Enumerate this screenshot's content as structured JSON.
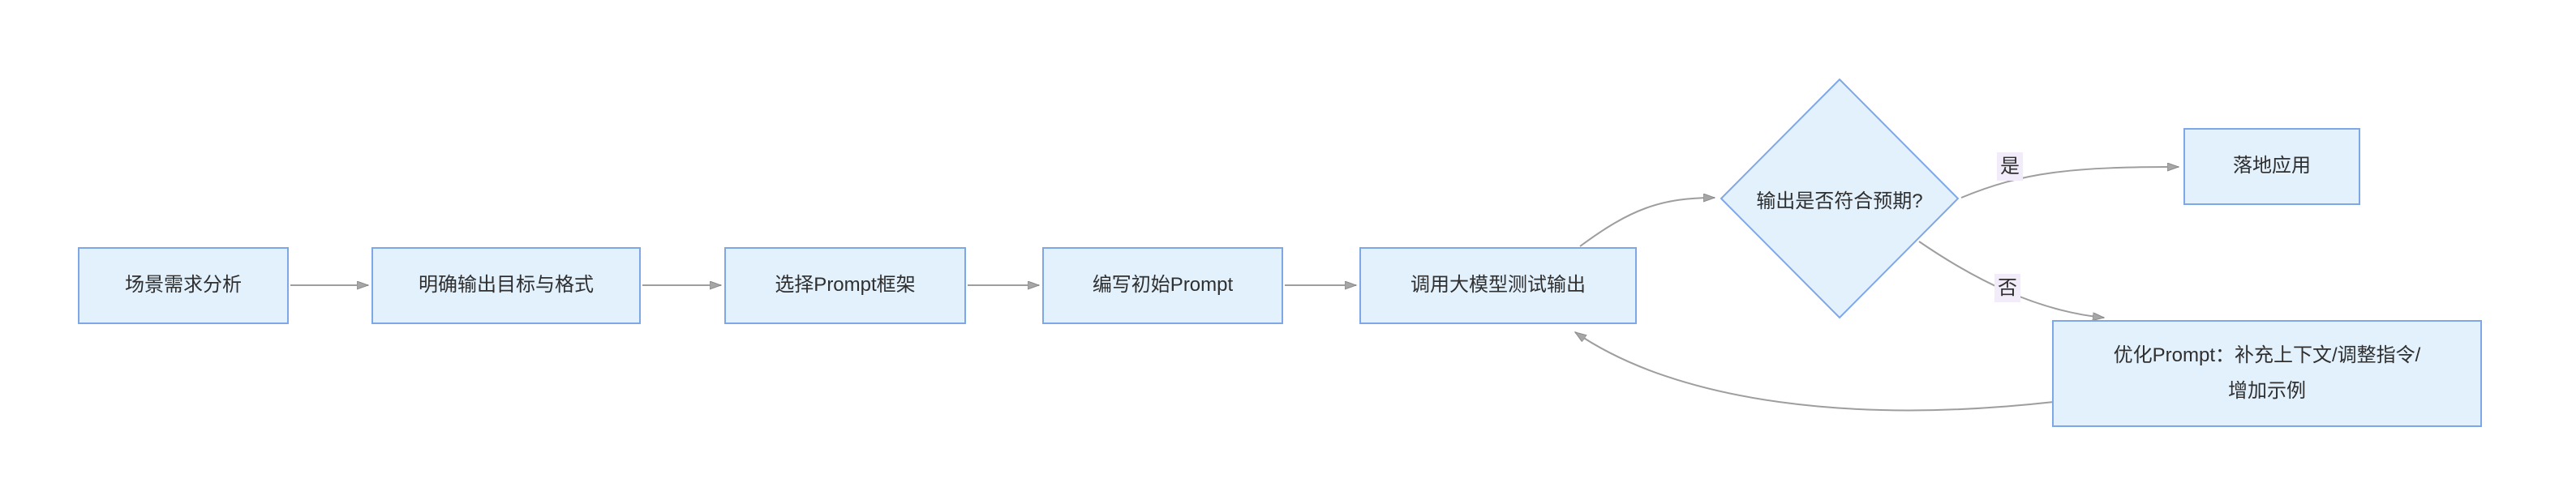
{
  "diagram": {
    "background_color": "#ffffff",
    "node_fill_color": "#e3f1fc",
    "node_border_color": "#7ea7e8",
    "node_text_color": "#2f2f2f",
    "edge_color": "#9e9e9e",
    "arrowhead_color": "#a6a6a6",
    "edge_label_background_color": "#f2ebf9",
    "nodes": [
      {
        "id": "scene-analysis",
        "shape": "rectangle",
        "label": "场景需求分析"
      },
      {
        "id": "clarify-output",
        "shape": "rectangle",
        "label": "明确输出目标与格式"
      },
      {
        "id": "choose-framework",
        "shape": "rectangle",
        "label": "选择Prompt框架"
      },
      {
        "id": "write-initial",
        "shape": "rectangle",
        "label": "编写初始Prompt"
      },
      {
        "id": "test-output",
        "shape": "rectangle",
        "label": "调用大模型测试输出"
      },
      {
        "id": "decision",
        "shape": "diamond",
        "label": "输出是否符合预期?"
      },
      {
        "id": "apply",
        "shape": "rectangle",
        "label": "落地应用"
      },
      {
        "id": "optimize",
        "shape": "rectangle",
        "label": "优化Prompt：补充上下文/调整指令/\n增加示例"
      }
    ],
    "edges": [
      {
        "from": "scene-analysis",
        "to": "clarify-output",
        "label": ""
      },
      {
        "from": "clarify-output",
        "to": "choose-framework",
        "label": ""
      },
      {
        "from": "choose-framework",
        "to": "write-initial",
        "label": ""
      },
      {
        "from": "write-initial",
        "to": "test-output",
        "label": ""
      },
      {
        "from": "test-output",
        "to": "decision",
        "label": ""
      },
      {
        "from": "decision",
        "to": "apply",
        "label": "是"
      },
      {
        "from": "decision",
        "to": "optimize",
        "label": "否"
      },
      {
        "from": "optimize",
        "to": "test-output",
        "label": ""
      }
    ]
  }
}
